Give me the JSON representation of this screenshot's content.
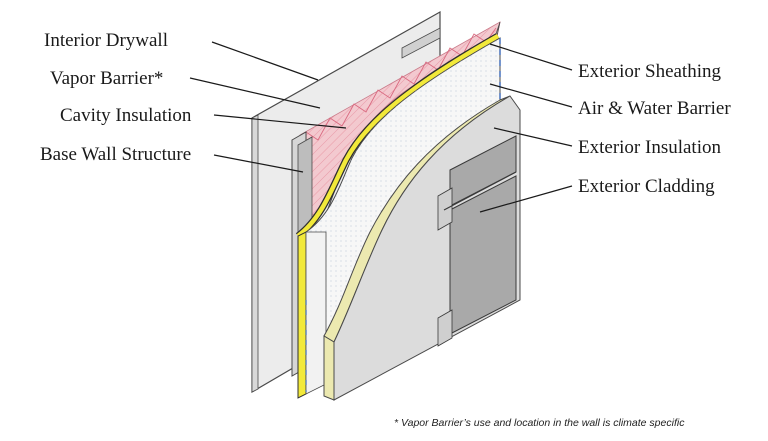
{
  "labels": {
    "interior_drywall": "Interior Drywall",
    "vapor_barrier": "Vapor Barrier*",
    "cavity_insulation": "Cavity Insulation",
    "base_wall_structure": "Base Wall Structure",
    "exterior_sheathing": "Exterior Sheathing",
    "air_water_barrier": "Air & Water Barrier",
    "exterior_insulation": "Exterior Insulation",
    "exterior_cladding": "Exterior Cladding"
  },
  "footnote": "* Vapor Barrier’s use and location in the wall is climate specific",
  "colors": {
    "drywall": "#ececec",
    "insulation_pink": "#f3c9cf",
    "yellow_membrane": "#f2e93a",
    "sheathing": "#f5f5f5",
    "foam": "#ece9b0",
    "foam_face": "#dcdcdc",
    "cladding": "#a9a9a9",
    "outline": "#4a4a4a",
    "dash_blue": "#3a68b8"
  }
}
